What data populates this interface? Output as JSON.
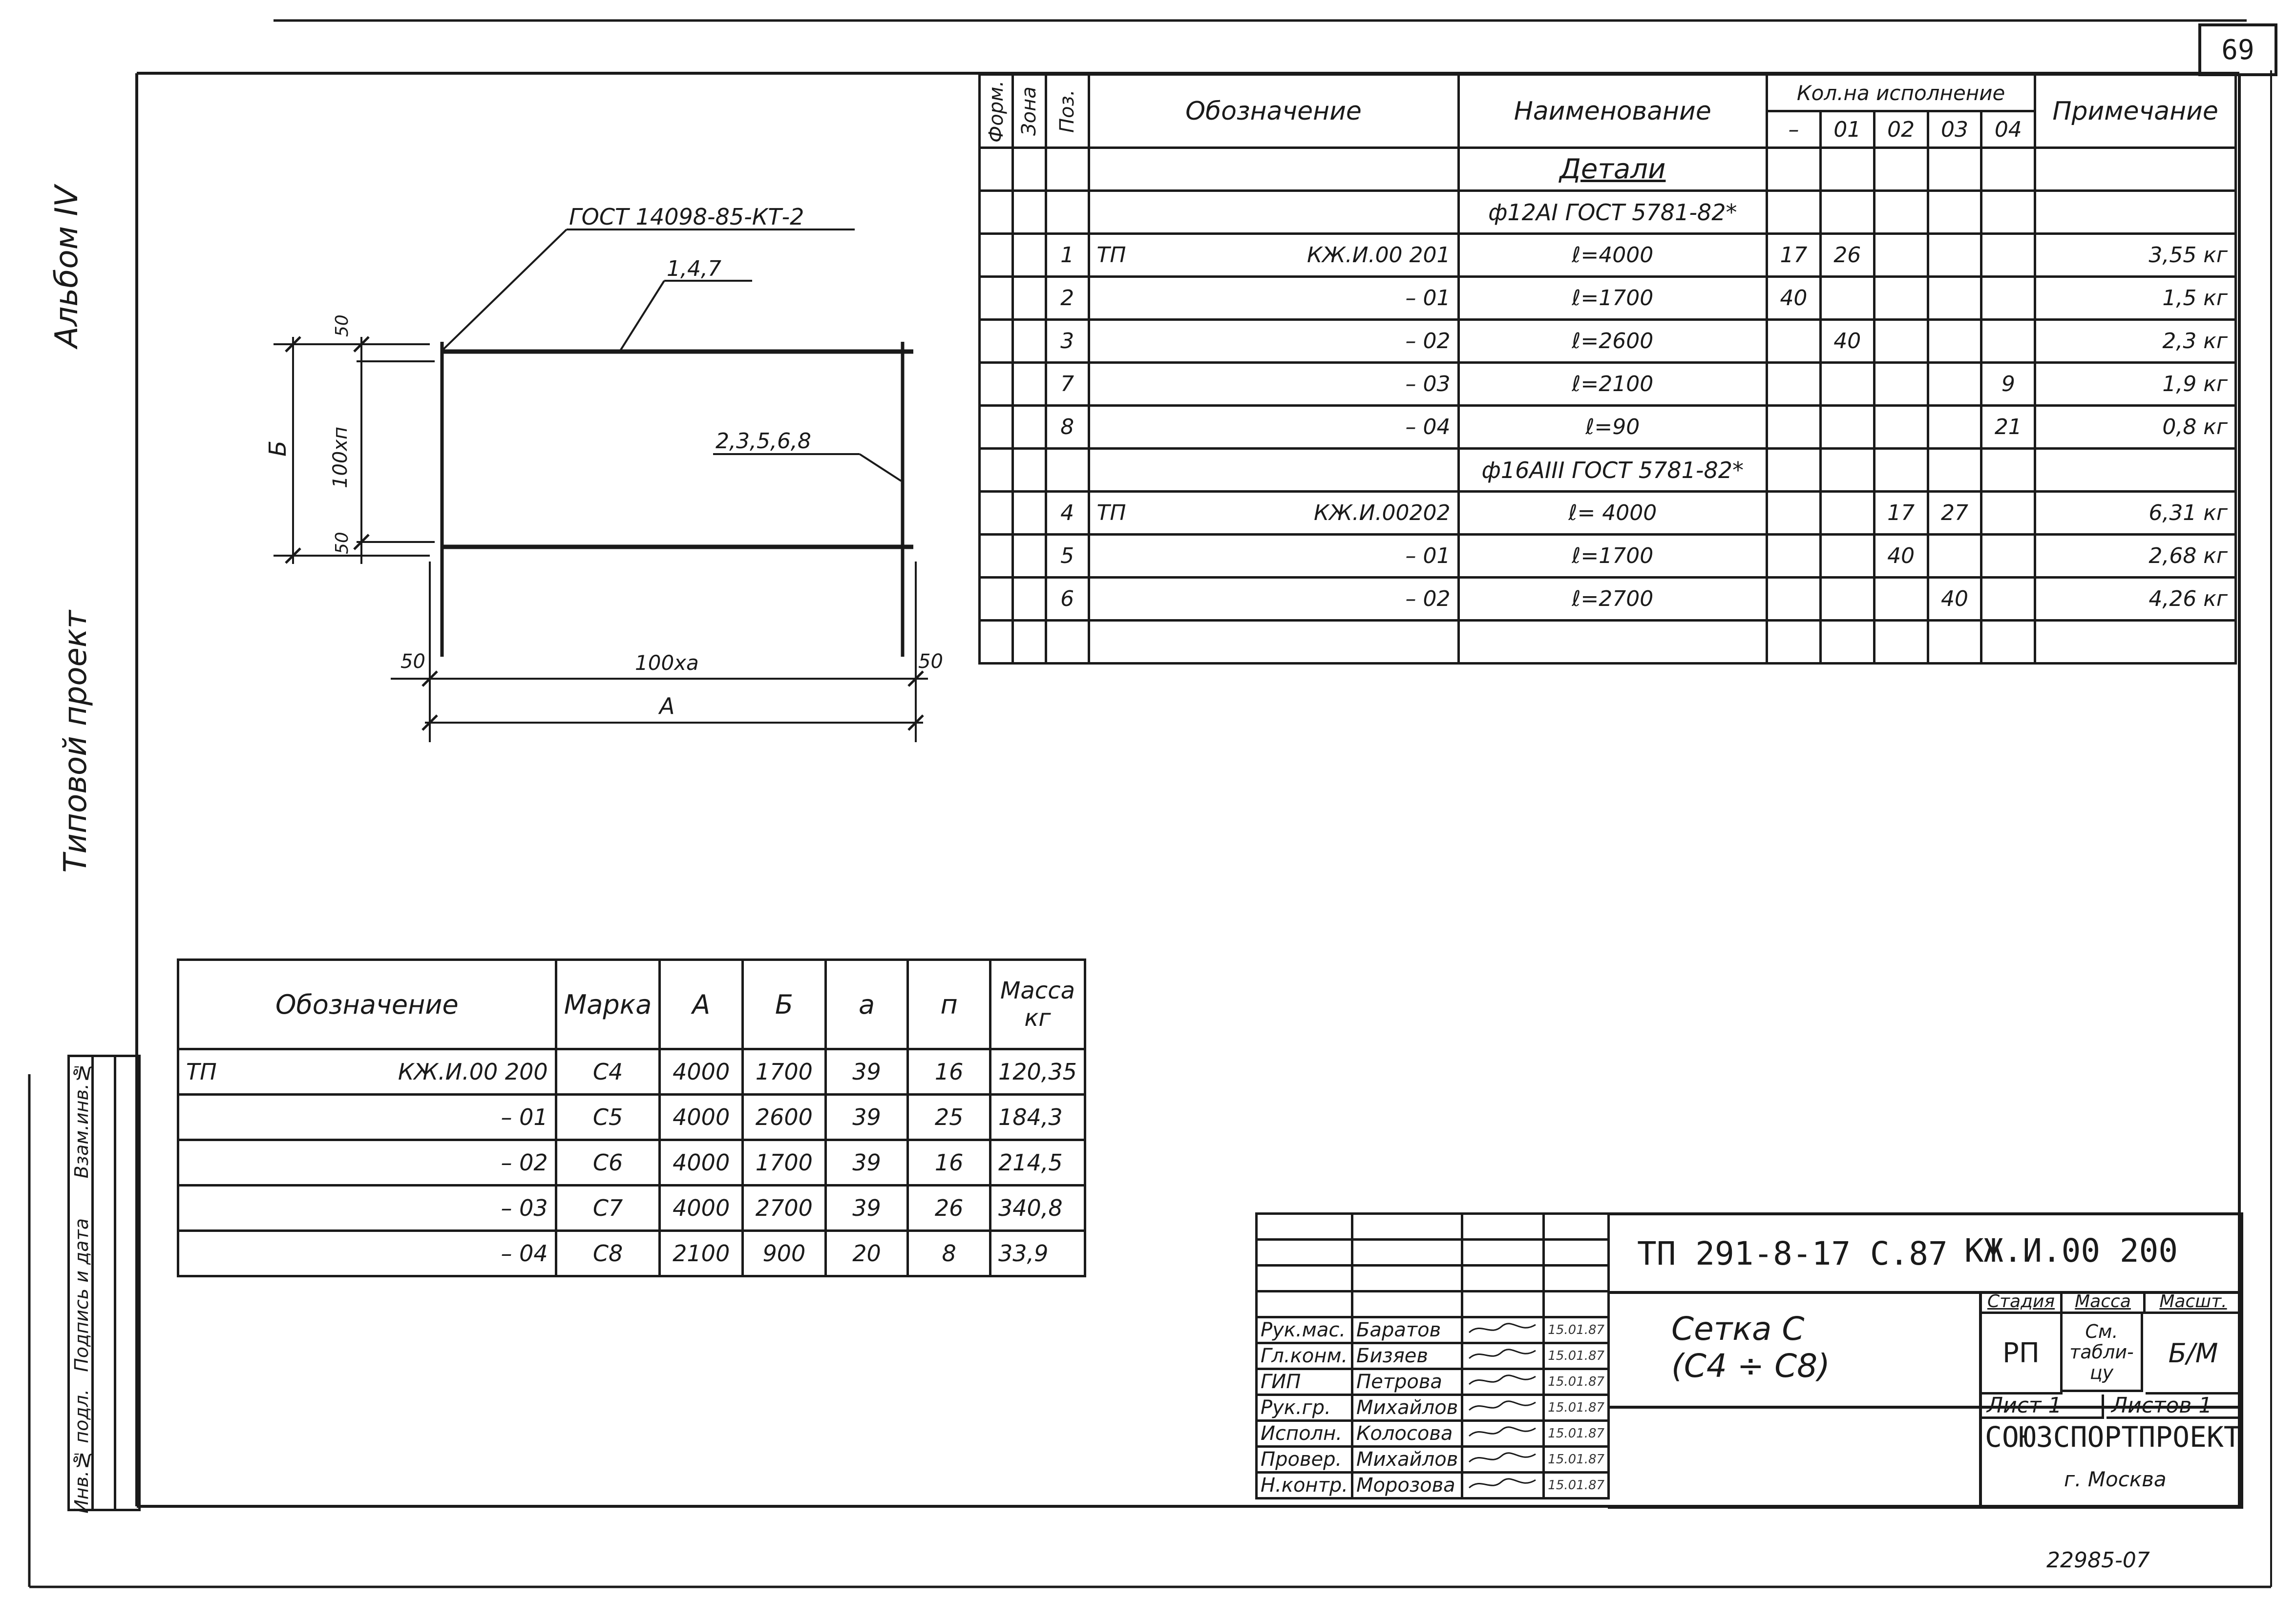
{
  "sheet_number": "69",
  "album_label": "Альбом IV",
  "project_type_label": "Типовой проект",
  "drawing": {
    "gost_label": "ГОСТ 14098-85-КТ-2",
    "pos_top": "1,4,7",
    "pos_side": "2,3,5,6,8",
    "dim_50": "50",
    "dim_vertical": "100хп",
    "dim_b": "Б",
    "dim_horizontal": "100ха",
    "dim_a": "А"
  },
  "spec_table": {
    "headers": {
      "format": "Форм.",
      "zone": "Зона",
      "pos": "Поз.",
      "designation": "Обозначение",
      "name": "Наименование",
      "qty_group": "Кол.на исполнение",
      "qty_cols": [
        "–",
        "01",
        "02",
        "03",
        "04"
      ],
      "note": "Примечание"
    },
    "section_title": "Детали",
    "group1_title": "ф12АI ГОСТ 5781-82*",
    "group2_title": "ф16АIII ГОСТ 5781-82*",
    "rows_group1": [
      {
        "pos": "1",
        "prefix": "ТП",
        "code": "КЖ.И.00 201",
        "length": "ℓ=4000",
        "q0": "17",
        "q1": "26",
        "q2": "",
        "q3": "",
        "q4": "",
        "note": "3,55 кг"
      },
      {
        "pos": "2",
        "prefix": "",
        "code": "– 01",
        "length": "ℓ=1700",
        "q0": "40",
        "q1": "",
        "q2": "",
        "q3": "",
        "q4": "",
        "note": "1,5 кг"
      },
      {
        "pos": "3",
        "prefix": "",
        "code": "– 02",
        "length": "ℓ=2600",
        "q0": "",
        "q1": "40",
        "q2": "",
        "q3": "",
        "q4": "",
        "note": "2,3 кг"
      },
      {
        "pos": "7",
        "prefix": "",
        "code": "– 03",
        "length": "ℓ=2100",
        "q0": "",
        "q1": "",
        "q2": "",
        "q3": "",
        "q4": "9",
        "note": "1,9 кг"
      },
      {
        "pos": "8",
        "prefix": "",
        "code": "– 04",
        "length": "ℓ=90",
        "q0": "",
        "q1": "",
        "q2": "",
        "q3": "",
        "q4": "21",
        "note": "0,8 кг"
      }
    ],
    "rows_group2": [
      {
        "pos": "4",
        "prefix": "ТП",
        "code": "КЖ.И.00202",
        "length": "ℓ= 4000",
        "q0": "",
        "q1": "",
        "q2": "17",
        "q3": "27",
        "q4": "",
        "note": "6,31 кг"
      },
      {
        "pos": "5",
        "prefix": "",
        "code": "– 01",
        "length": "ℓ=1700",
        "q0": "",
        "q1": "",
        "q2": "40",
        "q3": "",
        "q4": "",
        "note": "2,68 кг"
      },
      {
        "pos": "6",
        "prefix": "",
        "code": "– 02",
        "length": "ℓ=2700",
        "q0": "",
        "q1": "",
        "q2": "",
        "q3": "40",
        "q4": "",
        "note": "4,26 кг"
      }
    ]
  },
  "variant_table": {
    "headers": {
      "designation": "Обозначение",
      "mark": "Марка",
      "a": "А",
      "b": "Б",
      "alpha": "а",
      "n": "п",
      "mass": "Масса кг"
    },
    "rows": [
      {
        "prefix": "ТП",
        "code": "КЖ.И.00 200",
        "mark": "С4",
        "a": "4000",
        "b": "1700",
        "alpha": "39",
        "n": "16",
        "mass": "120,35"
      },
      {
        "prefix": "",
        "code": "– 01",
        "mark": "С5",
        "a": "4000",
        "b": "2600",
        "alpha": "39",
        "n": "25",
        "mass": "184,3"
      },
      {
        "prefix": "",
        "code": "– 02",
        "mark": "С6",
        "a": "4000",
        "b": "1700",
        "alpha": "39",
        "n": "16",
        "mass": "214,5"
      },
      {
        "prefix": "",
        "code": "– 03",
        "mark": "С7",
        "a": "4000",
        "b": "2700",
        "alpha": "39",
        "n": "26",
        "mass": "340,8"
      },
      {
        "prefix": "",
        "code": "– 04",
        "mark": "С8",
        "a": "2100",
        "b": "900",
        "alpha": "20",
        "n": "8",
        "mass": "33,9"
      }
    ]
  },
  "title_block": {
    "project_code": "ТП 291-8-17 С.87",
    "doc_code": "КЖ.И.00 200",
    "drawing_name_1": "Сетка С",
    "drawing_name_2": "(С4 ÷ С8)",
    "stage_label": "Стадия",
    "mass_label": "Масса",
    "scale_label": "Масшт.",
    "stage_value": "РП",
    "mass_value": "См. табли- цу",
    "scale_value": "Б/М",
    "sheet_label": "Лист 1",
    "sheets_label": "Листов 1",
    "org_name": "СОЮЗСПОРТПРОЕКТ",
    "org_city": "г. Москва",
    "signatures": [
      {
        "role": "Рук.мас.",
        "name": "Баратов",
        "date": "15.01.87"
      },
      {
        "role": "Гл.конм.",
        "name": "Бизяев",
        "date": "15.01.87"
      },
      {
        "role": "ГИП",
        "name": "Петрова",
        "date": "15.01.87"
      },
      {
        "role": "Рук.гр.",
        "name": "Михайлов",
        "date": "15.01.87"
      },
      {
        "role": "Исполн.",
        "name": "Колосова",
        "date": "15.01.87"
      },
      {
        "role": "Провер.",
        "name": "Михайлов",
        "date": "15.01.87"
      },
      {
        "role": "Н.контр.",
        "name": "Морозова",
        "date": "15.01.87"
      }
    ]
  },
  "binding_strip": [
    "Инв.№ подл.",
    "Подпись и дата",
    "Взам.инв.№"
  ],
  "archive_number": "22985-07"
}
